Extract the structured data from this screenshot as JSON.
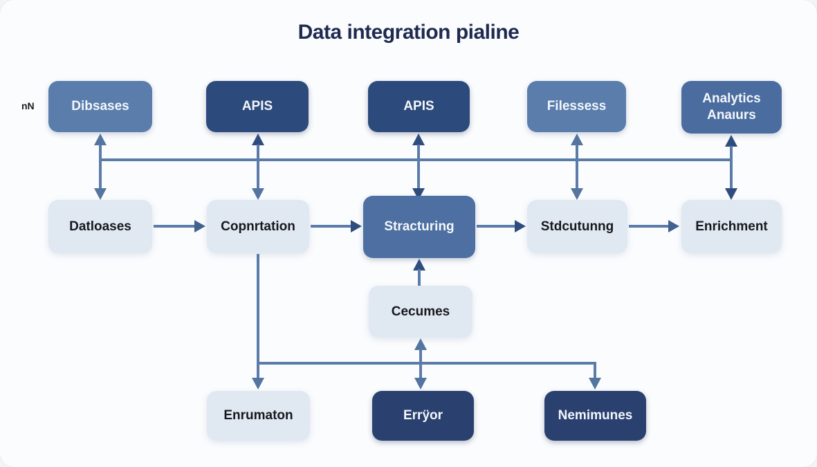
{
  "title": "Data integration pialine",
  "side_label": "nN",
  "colors": {
    "background": "#fbfcfe",
    "title_text": "#1e2a4f",
    "side_label_text": "#1c1c1f",
    "box_medium": "#5a7dac",
    "box_medium_dark": "#4a6c9e",
    "box_dark": "#2c4a7b",
    "box_darker": "#2a4170",
    "box_steel": "#4d6fa1",
    "box_light": "#e0e8f2",
    "box_light_text": "#17181d",
    "box_colored_text": "#f4f7fb",
    "line": "#5b7ca9",
    "arrow_medium": "#53759f",
    "arrow_steel": "#41618f",
    "arrow_dark": "#2e4d7e"
  },
  "nodes": {
    "top_row": [
      {
        "label": "Dibsases"
      },
      {
        "label": "APIS"
      },
      {
        "label": "APIS"
      },
      {
        "label": "Filessess"
      },
      {
        "label": "Analytics\nAnaıurs"
      }
    ],
    "process_row": [
      {
        "label": "Datloases"
      },
      {
        "label": "Copnrtation"
      },
      {
        "label": "Stracturing"
      },
      {
        "label": "Stdcutunng"
      },
      {
        "label": "Enrichment"
      }
    ],
    "middle": {
      "label": "Cecumes"
    },
    "bottom_row": [
      {
        "label": "Enrumaton"
      },
      {
        "label": "Errÿor"
      },
      {
        "label": "Nemimunes"
      }
    ]
  }
}
